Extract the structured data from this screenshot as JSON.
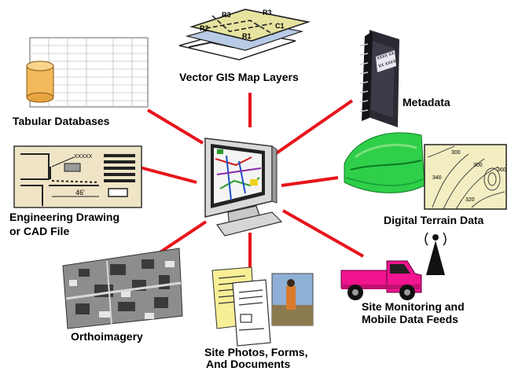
{
  "diagram": {
    "connector_color": "#e8141b",
    "labels": {
      "vector_gis": "Vector GIS Map Layers",
      "metadata": "Metadata",
      "tabular": "Tabular Databases",
      "engineering_line1": "Engineering Drawing",
      "engineering_line2": "or CAD File",
      "terrain": "Digital Terrain Data",
      "ortho": "Orthoimagery",
      "site_docs_line1": "Site Photos, Forms,",
      "site_docs_line2": "And Documents",
      "monitoring_line1": "Site Monitoring and",
      "monitoring_line2": "Mobile Data Feeds"
    },
    "map_layer_labels": [
      "R3",
      "R3",
      "R2",
      "C1",
      "R1"
    ],
    "metadata_book_text": [
      "xxxx xx",
      "xx xxxx"
    ],
    "cad_callout": "XXXXX",
    "cad_dimension": "46'",
    "topo_contours": [
      "300",
      "300",
      "340",
      "360",
      "320"
    ]
  }
}
